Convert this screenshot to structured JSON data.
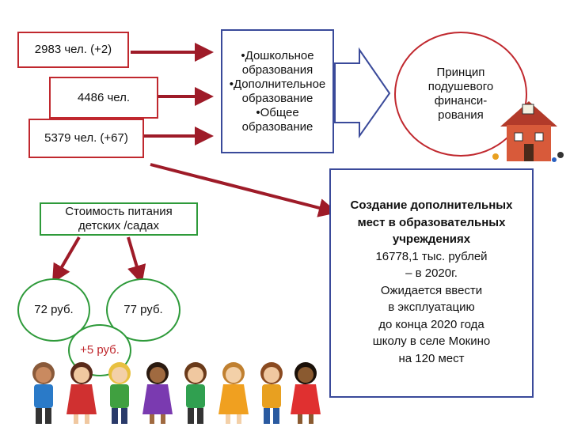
{
  "counts": {
    "box1": "2983 чел. (+2)",
    "box2": "4486 чел.",
    "box3": "5379 чел. (+67)"
  },
  "education_types": {
    "line1": "•Дошкольное",
    "line2": "образования",
    "line3": "•Дополнительное",
    "line4": "образование",
    "line5": "•Общее",
    "line6": "образование"
  },
  "principle": {
    "line1": "Принцип",
    "line2": "подушевого",
    "line3": "финанси-",
    "line4": "рования"
  },
  "food_cost": {
    "line1": "Стоимость питания",
    "line2": "детских /садах"
  },
  "prices": {
    "left": "72 руб.",
    "right": "77 руб.",
    "diff": "+5 руб."
  },
  "new_places": {
    "line1": "Создание дополнительных",
    "line2": "мест в образовательных",
    "line3": "учреждениях",
    "line4": "16778,1 тыс. рублей",
    "line5": "– в 2020г.",
    "line6": "Ожидается ввести",
    "line7": "в эксплуатацию",
    "line8": "до конца 2020 года",
    "line9": "школу в селе Мокино",
    "line10": "на 120 мест"
  },
  "colors": {
    "red_border": "#c0282e",
    "blue_border": "#3a4a9a",
    "green_border": "#2e9a3a",
    "arrow_dark_red": "#9e1b28",
    "diff_text": "#c0282e"
  }
}
